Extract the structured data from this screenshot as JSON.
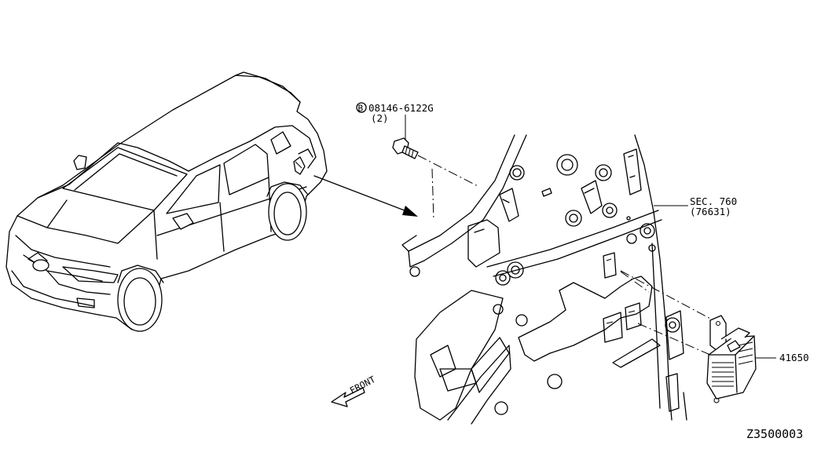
{
  "callouts": {
    "bolt_part_number": "08146-6122G",
    "bolt_symbol": "B",
    "bolt_quantity": "(2)",
    "section_ref": "SEC. 760",
    "section_sub": "(76631)",
    "module_part_number": "41650",
    "front_label": "FRONT",
    "diagram_id": "Z3500003"
  }
}
